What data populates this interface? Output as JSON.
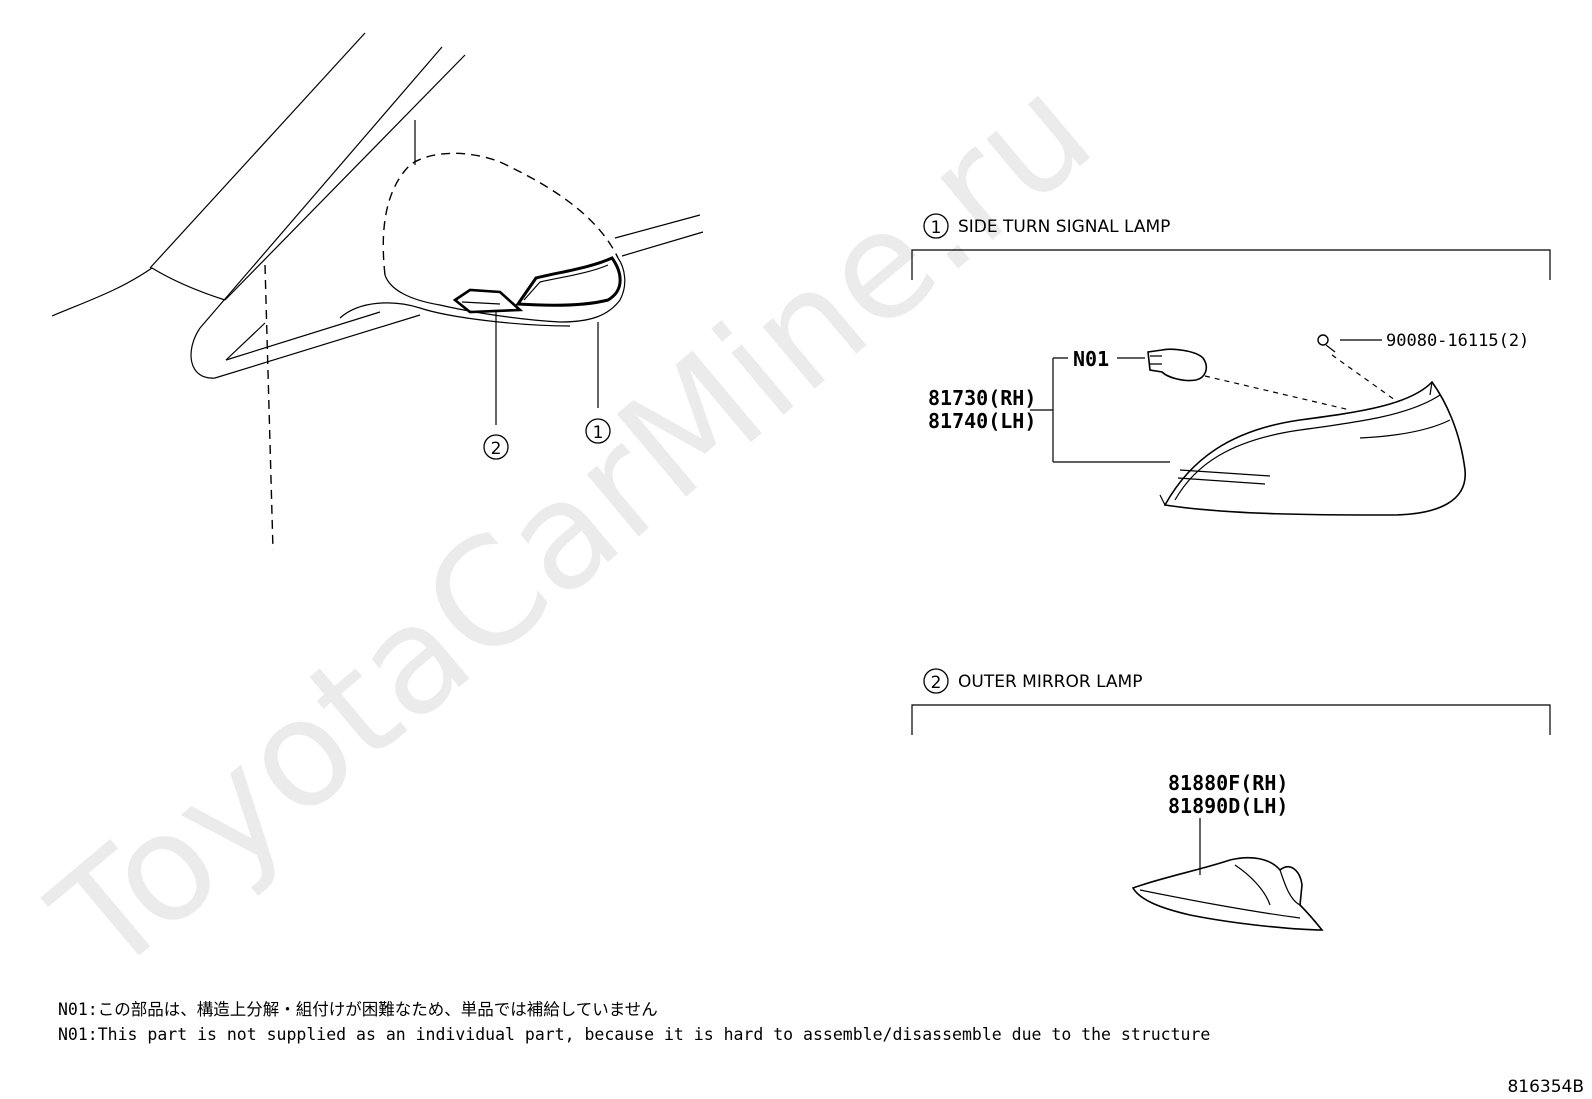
{
  "watermark": "ToyotaCarMine.ru",
  "callouts": {
    "item1": "1",
    "item2": "2"
  },
  "sections": [
    {
      "number": "1",
      "title": "SIDE TURN SIGNAL LAMP",
      "parts": {
        "bulb_note": "N01",
        "screw": "90080-16115(2)",
        "lamp_rh": "81730(RH)",
        "lamp_lh": "81740(LH)"
      }
    },
    {
      "number": "2",
      "title": "OUTER MIRROR LAMP",
      "parts": {
        "lamp_rh": "81880F(RH)",
        "lamp_lh": "81890D(LH)"
      }
    }
  ],
  "notes": {
    "jp": "N01:この部品は、構造上分解・組付けが困難なため、単品では補給していません",
    "en": "N01:This part is not supplied as an individual part, because it is hard to assemble/disassemble due to the structure"
  },
  "figure_id": "816354B"
}
